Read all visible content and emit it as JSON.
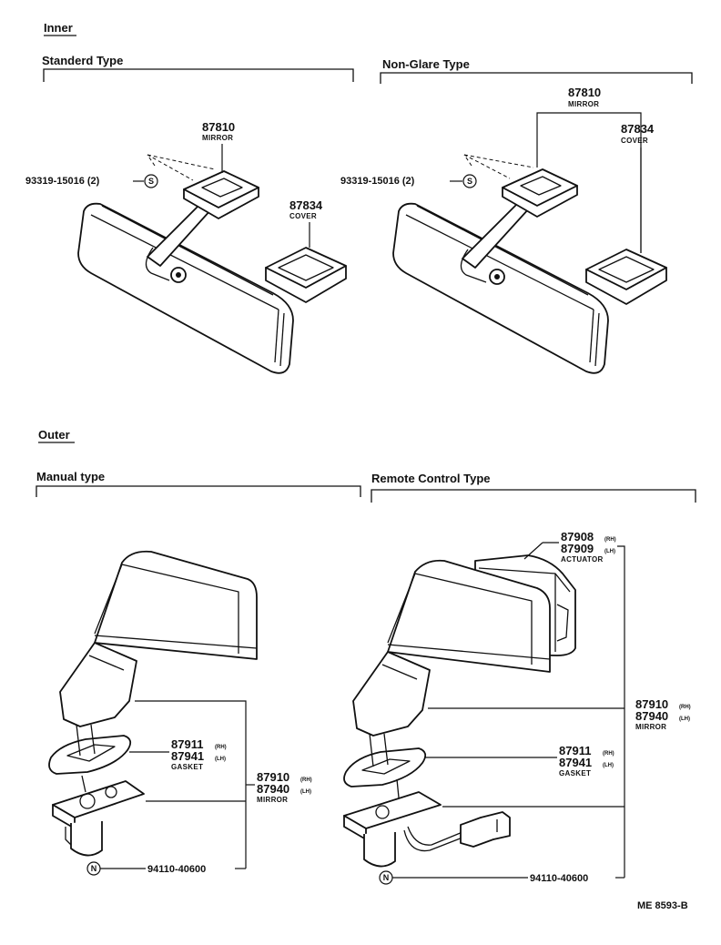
{
  "sections": {
    "inner": "Inner",
    "standard_type": "Standerd Type",
    "non_glare_type": "Non-Glare Type",
    "outer": "Outer",
    "manual_type": "Manual type",
    "remote_control_type": "Remote Control Type"
  },
  "inner_standard": {
    "mirror_pn": "87810",
    "mirror_label": "MIRROR",
    "cover_pn": "87834",
    "cover_label": "COVER",
    "screw_pn": "93319-15016 (2)",
    "screw_symbol": "S"
  },
  "inner_nonglare": {
    "mirror_pn": "87810",
    "mirror_label": "MIRROR",
    "cover_pn": "87834",
    "cover_label": "COVER",
    "screw_pn": "93319-15016 (2)",
    "screw_symbol": "S"
  },
  "outer_manual": {
    "gasket_pn_rh": "87911",
    "gasket_pn_lh": "87941",
    "gasket_label": "GASKET",
    "mirror_pn_rh": "87910",
    "mirror_pn_lh": "87940",
    "mirror_label": "MIRROR",
    "nut_pn": "94110-40600",
    "nut_symbol": "N",
    "rh": "(RH)",
    "lh": "(LH)"
  },
  "outer_remote": {
    "actuator_pn_rh": "87908",
    "actuator_pn_lh": "87909",
    "actuator_label": "ACTUATOR",
    "mirror_pn_rh": "87910",
    "mirror_pn_lh": "87940",
    "mirror_label": "MIRROR",
    "gasket_pn_rh": "87911",
    "gasket_pn_lh": "87941",
    "gasket_label": "GASKET",
    "nut_pn": "94110-40600",
    "nut_symbol": "N",
    "rh": "(RH)",
    "lh": "(LH)"
  },
  "diagram_code": "ME 8593-B"
}
